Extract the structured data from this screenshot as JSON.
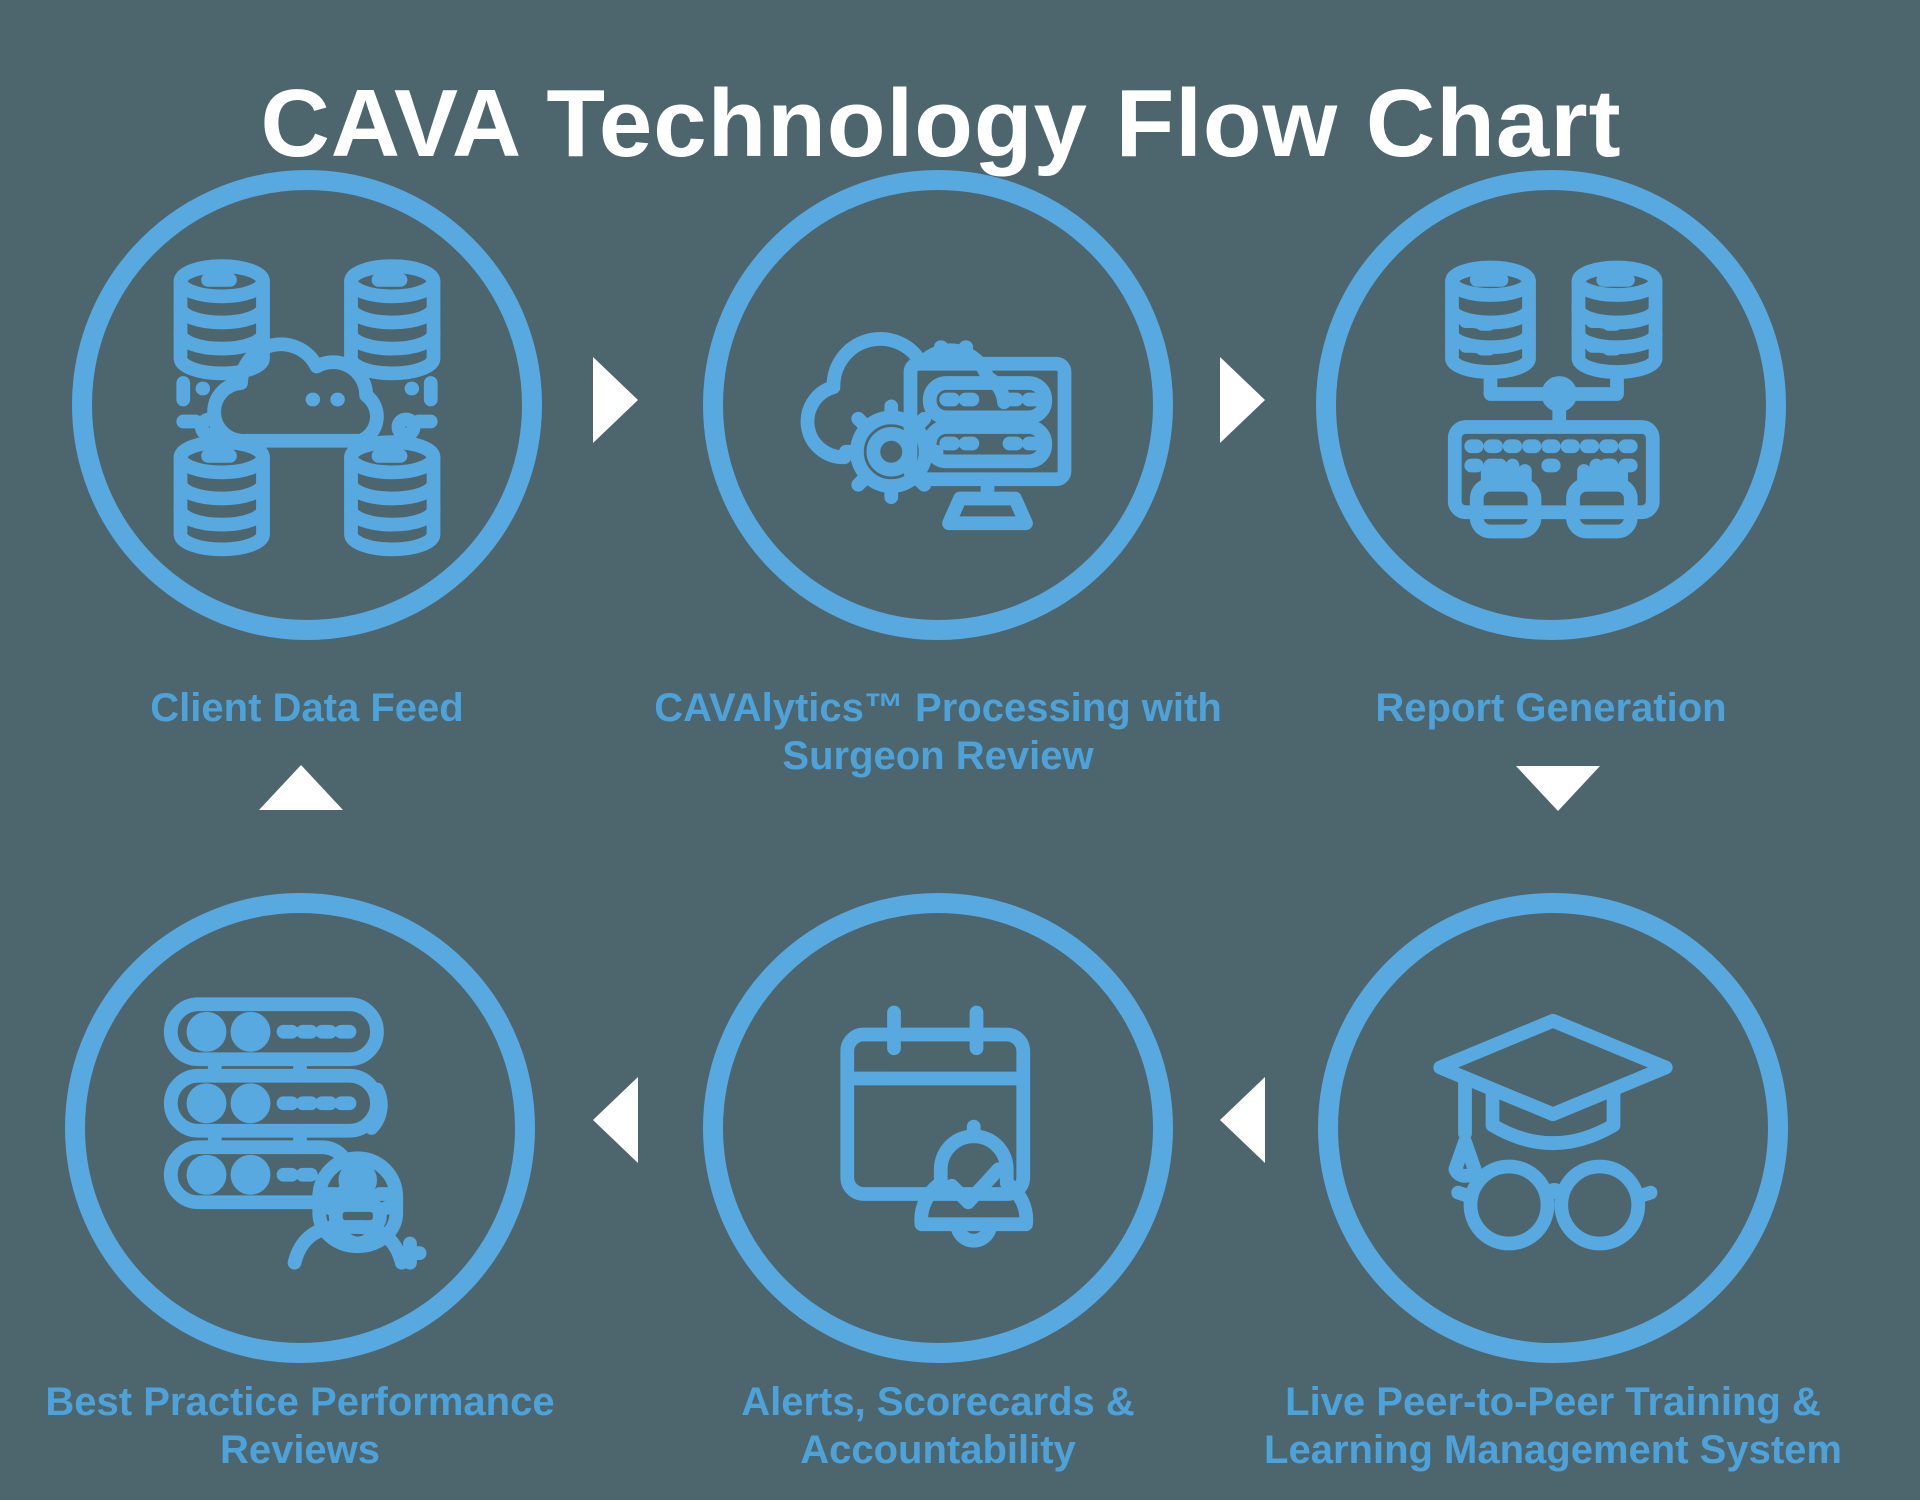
{
  "colors": {
    "background": "#4D666E",
    "accent": "#57A9E0",
    "label": "#4DA2DA",
    "title": "#FFFFFF",
    "arrow": "#FFFFFF"
  },
  "header": {
    "title": "CAVA Technology Flow Chart"
  },
  "flow": {
    "nodes": [
      {
        "id": "client-data-feed",
        "label": "Client Data Feed",
        "line1": "Client Data Feed",
        "line2": "",
        "icon": "databases-cloud-icon"
      },
      {
        "id": "cavalytics-processing",
        "label": "CAVAlytics™ Processing with Surgeon Review",
        "line1": "CAVAlytics™ Processing with",
        "line2": "Surgeon Review",
        "icon": "cloud-gear-server-monitor-icon"
      },
      {
        "id": "report-generation",
        "label": "Report Generation",
        "line1": "Report Generation",
        "line2": "",
        "icon": "databases-keyboard-hands-icon"
      },
      {
        "id": "best-practice-reviews",
        "label": "Best Practice Performance Reviews",
        "line1": "Best Practice Performance",
        "line2": "Reviews",
        "icon": "server-rack-surgeon-icon"
      },
      {
        "id": "alerts-scorecards",
        "label": "Alerts, Scorecards & Accountability",
        "line1": "Alerts, Scorecards &",
        "line2": "Accountability",
        "icon": "calendar-bell-check-icon"
      },
      {
        "id": "peer-training-lms",
        "label": "Live Peer-to-Peer Training & Learning Management System",
        "line1": "Live Peer-to-Peer Training &",
        "line2": "Learning Management System",
        "icon": "graduation-cap-glasses-icon"
      }
    ],
    "arrows": [
      {
        "direction": "right",
        "from": "client-data-feed",
        "to": "cavalytics-processing"
      },
      {
        "direction": "right",
        "from": "cavalytics-processing",
        "to": "report-generation"
      },
      {
        "direction": "down",
        "from": "report-generation",
        "to": "peer-training-lms"
      },
      {
        "direction": "left",
        "from": "peer-training-lms",
        "to": "alerts-scorecards"
      },
      {
        "direction": "left",
        "from": "alerts-scorecards",
        "to": "best-practice-reviews"
      },
      {
        "direction": "up",
        "from": "best-practice-reviews",
        "to": "client-data-feed"
      }
    ]
  }
}
